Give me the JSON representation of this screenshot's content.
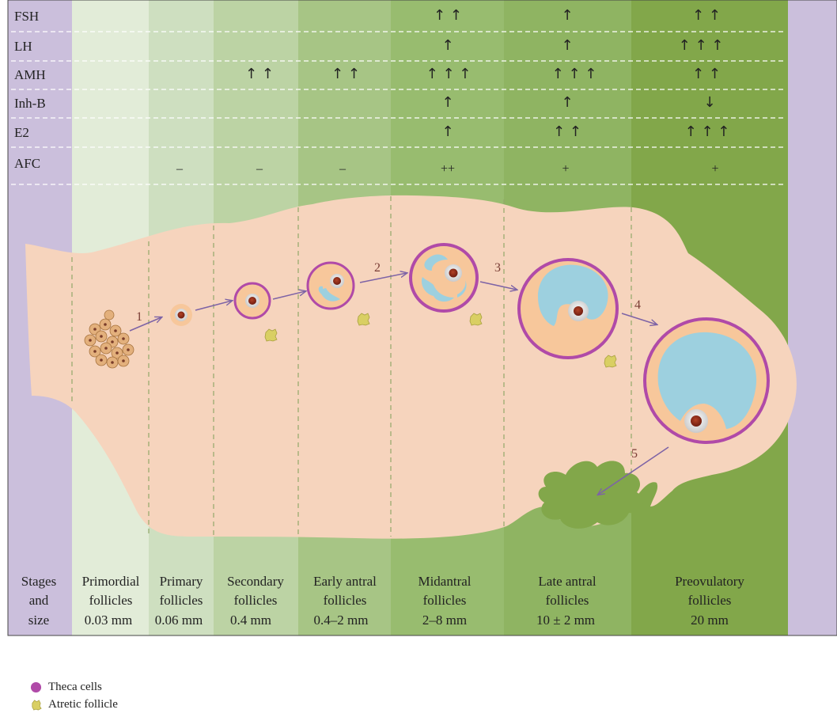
{
  "rows": [
    {
      "label": "FSH",
      "cells": [
        "",
        "",
        "",
        "",
        "↑ ↑",
        "↑",
        "↑ ↑"
      ]
    },
    {
      "label": "LH",
      "cells": [
        "",
        "",
        "",
        "",
        "↑",
        "↑",
        "↑ ↑ ↑"
      ]
    },
    {
      "label": "AMH",
      "cells": [
        "",
        "",
        "↑ ↑",
        "↑ ↑",
        "↑ ↑ ↑",
        "↑ ↑ ↑",
        "↑ ↑"
      ]
    },
    {
      "label": "Inh-B",
      "cells": [
        "",
        "",
        "",
        "",
        "↑",
        "↑",
        "↓"
      ]
    },
    {
      "label": "E2",
      "cells": [
        "",
        "",
        "",
        "",
        "↑",
        "↑ ↑",
        "↑ ↑ ↑"
      ]
    },
    {
      "label": "AFC",
      "cells": [
        "",
        "–",
        "–",
        "–",
        "++",
        "+",
        "+"
      ]
    }
  ],
  "stages_header": [
    "Stages",
    "and",
    "size"
  ],
  "stages": [
    {
      "name1": "Primordial",
      "name2": "follicles",
      "size": "0.03 mm"
    },
    {
      "name1": "Primary",
      "name2": "follicles",
      "size": "0.06 mm"
    },
    {
      "name1": "Secondary",
      "name2": "follicles",
      "size": "0.4 mm"
    },
    {
      "name1": "Early antral",
      "name2": "follicles",
      "size": "0.4–2 mm"
    },
    {
      "name1": "Midantral",
      "name2": "follicles",
      "size": "2–8 mm"
    },
    {
      "name1": "Late antral",
      "name2": "follicles",
      "size": "10 ± 2 mm"
    },
    {
      "name1": "Preovulatory",
      "name2": "follicles",
      "size": "20 mm"
    }
  ],
  "step_numbers": [
    "1",
    "2",
    "3",
    "4",
    "5"
  ],
  "legend": [
    {
      "label": "Theca cells",
      "icon": "purple-dot-icon",
      "color": "#b04aa8"
    },
    {
      "label": "Atretic follicle",
      "icon": "atretic-follicle-icon",
      "color": "#d9cf63"
    }
  ],
  "colors": {
    "side": "#cbbfdc",
    "columns": [
      "#e2ecd8",
      "#cedfc0",
      "#bcd3a4",
      "#a7c585",
      "#98bc6f",
      "#8fb462",
      "#82a74a"
    ],
    "ovary": "#f6d4bd",
    "granulosa": "#f7c79b",
    "antrum": "#9dd0df",
    "theca": "#b04aa8",
    "arrow": "#7d63a6",
    "number": "#7a3d35"
  }
}
